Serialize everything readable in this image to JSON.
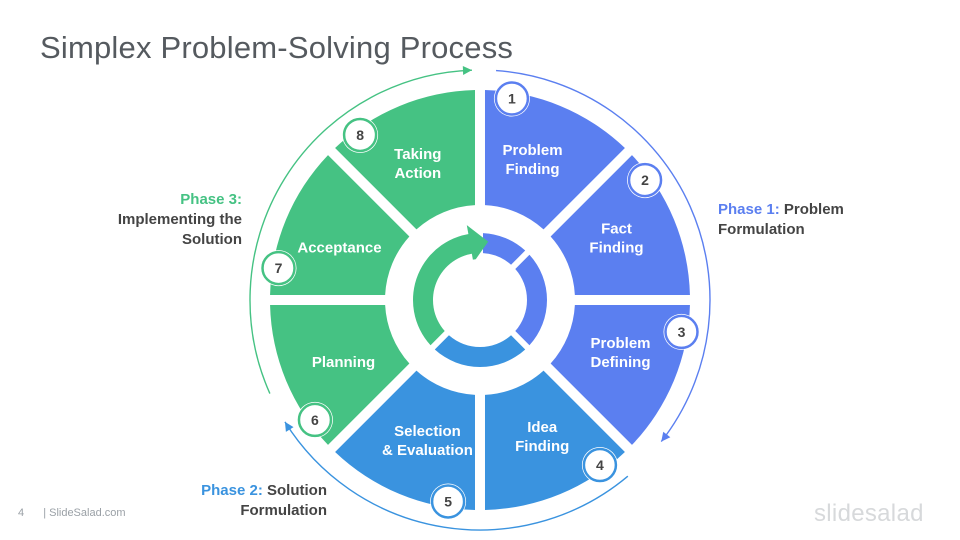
{
  "slide": {
    "title": "Simplex Problem-Solving Process",
    "page_number": "4",
    "footer_source": "| SlideSalad.com",
    "logo_text": "slidesalad"
  },
  "colors": {
    "phase1": "#5b7ff0",
    "phase2": "#3a93df",
    "phase3": "#45c283",
    "phase1_label": "#5b7ff0",
    "phase2_label": "#3a93df",
    "phase3_label": "#45c283",
    "text_dark": "#444444"
  },
  "phases": [
    {
      "id": "phase1",
      "label": "Phase 1:",
      "text": "Problem Formulation",
      "line1": "Problem",
      "line2": "Formulation"
    },
    {
      "id": "phase2",
      "label": "Phase 2:",
      "text": "Solution Formulation",
      "line1": "Solution",
      "line2": "Formulation"
    },
    {
      "id": "phase3",
      "label": "Phase 3:",
      "text": "Implementing the Solution",
      "line1": "Implementing the",
      "line2": "Solution"
    }
  ],
  "steps": [
    {
      "number": "1",
      "lines": [
        "Problem",
        "Finding"
      ],
      "phase": "phase1"
    },
    {
      "number": "2",
      "lines": [
        "Fact",
        "Finding"
      ],
      "phase": "phase1"
    },
    {
      "number": "3",
      "lines": [
        "Problem",
        "Defining"
      ],
      "phase": "phase1"
    },
    {
      "number": "4",
      "lines": [
        "Idea",
        "Finding"
      ],
      "phase": "phase2"
    },
    {
      "number": "5",
      "lines": [
        "Selection",
        "& Evaluation"
      ],
      "phase": "phase2"
    },
    {
      "number": "6",
      "lines": [
        "Planning"
      ],
      "phase": "phase3"
    },
    {
      "number": "7",
      "lines": [
        "Acceptance"
      ],
      "phase": "phase3"
    },
    {
      "number": "8",
      "lines": [
        "Taking",
        "Action"
      ],
      "phase": "phase3"
    }
  ],
  "icons": {
    "cycle_arrow": "cycle-arrow-icon"
  }
}
